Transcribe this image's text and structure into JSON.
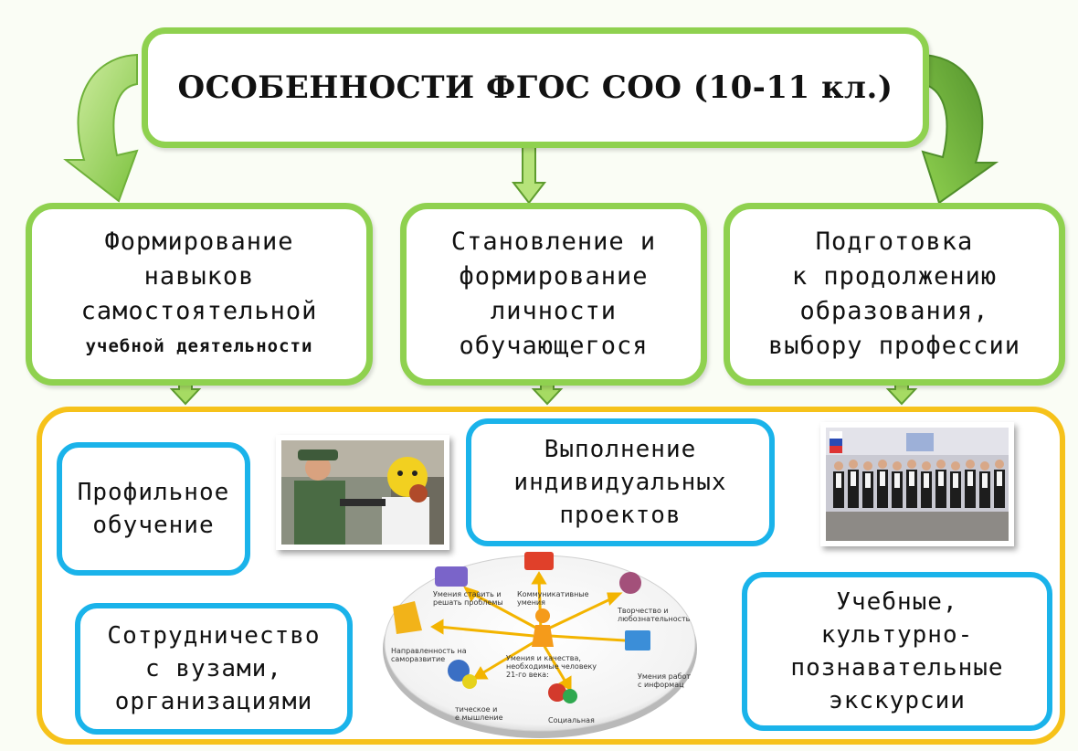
{
  "title": "ОСОБЕННОСТИ ФГОС СОО (10-11 кл.)",
  "directions": [
    {
      "lines": [
        "Формирование",
        "навыков",
        "самостоятельной",
        "учебной деятельности"
      ]
    },
    {
      "lines": [
        "Становление и",
        "формирование",
        "личности",
        "обучающегося"
      ]
    },
    {
      "lines": [
        "Подготовка",
        "к продолжению",
        "образования,",
        "выбору профессии"
      ]
    }
  ],
  "activities": [
    {
      "lines": [
        "Профильное",
        "обучение"
      ]
    },
    {
      "lines": [
        "Выполнение",
        "индивидуальных",
        "проектов"
      ]
    },
    {
      "lines": [
        "Сотрудничество",
        "с вузами,",
        "организациями"
      ]
    },
    {
      "lines": [
        "Учебные,",
        "культурно-",
        "познавательные",
        "экскурсии"
      ]
    }
  ],
  "skills_diagram": {
    "center": [
      "Умения и качества,",
      "необходимые человеку",
      "21-го века:"
    ],
    "items": [
      [
        "Умения ставить и",
        "решать проблемы"
      ],
      [
        "Коммуникативные",
        "умения"
      ],
      [
        "Творчество и",
        "любознательность"
      ],
      [
        "Направленность на",
        "саморазвитие"
      ],
      [
        "Умения работ",
        "с информац"
      ],
      [
        "тическое и",
        "е мышление"
      ],
      [
        "Социальная"
      ]
    ]
  },
  "colors": {
    "green": "#8fd14f",
    "yellow": "#f6c21a",
    "blue": "#1ab3ea"
  }
}
